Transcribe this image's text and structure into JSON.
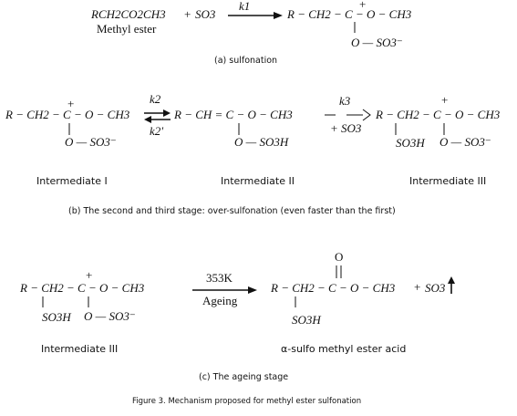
{
  "part_a": {
    "reactant": "RCH2CO2CH3",
    "reactant_name": "Methyl ester",
    "plus": "+",
    "so3": "SO3",
    "rate_constant": "k1",
    "product_chain": "R − CH2 − C − O − CH3",
    "product_charge": "+",
    "product_substituent": "O — SO3⁻",
    "caption": "(a) sulfonation"
  },
  "part_b": {
    "intermediate_1_chain": "R − CH2 − C − O − CH3",
    "intermediate_1_charge": "+",
    "intermediate_1_substituent": "O — SO3⁻",
    "k_forward": "k2",
    "k_reverse": "k2'",
    "intermediate_2_chain": "R − CH = C − O − CH3",
    "intermediate_2_substituent": "O — SO3H",
    "k_third": "k3",
    "plus_so3": "+ SO3",
    "intermediate_3_chain": "R − CH2 − C − O − CH3",
    "intermediate_3_charge": "+",
    "intermediate_3_sub_left": "SO3H",
    "intermediate_3_sub_right": "O — SO3⁻",
    "label_1": "Intermediate I",
    "label_2": "Intermediate II",
    "label_3": "Intermediate III",
    "caption": "(b) The second and third stage: over-sulfonation (even faster than the first)"
  },
  "part_c": {
    "reactant_chain": "R − CH2 − C − O − CH3",
    "reactant_charge": "+",
    "reactant_sub_left": "SO3H",
    "reactant_sub_right": "O — SO3⁻",
    "condition_temp": "353K",
    "condition_name": "Ageing",
    "product_chain": "R − CH2 − C − O − CH3",
    "product_carbonyl_o": "O",
    "product_sub": "SO3H",
    "plus": "+",
    "gas": "SO3",
    "label_reactant": "Intermediate III",
    "label_product": "α-sulfo methyl ester acid",
    "caption": "(c) The ageing stage"
  },
  "figure_caption": "Figure 3. Mechanism proposed for methyl ester sulfonation"
}
